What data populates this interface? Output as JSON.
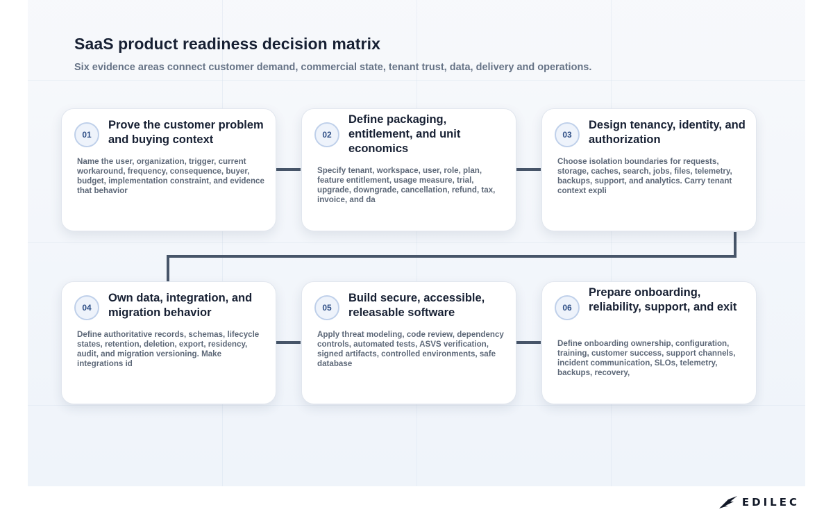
{
  "header": {
    "title": "SaaS product readiness decision matrix",
    "subtitle": "Six evidence areas connect customer demand, commercial state, tenant trust, data, delivery and operations."
  },
  "steps": [
    {
      "number": "01",
      "title": "Prove the customer problem and buying context",
      "body": "Name the user, organization, trigger, current workaround, frequency, consequence, buyer, budget, implementation constraint, and evidence that behavior"
    },
    {
      "number": "02",
      "title": "Define packaging, entitlement, and unit economics",
      "body": "Specify tenant, workspace, user, role, plan, feature entitlement, usage measure, trial, upgrade, downgrade, cancellation, refund, tax, invoice, and da"
    },
    {
      "number": "03",
      "title": "Design tenancy, identity, and authorization",
      "body": "Choose isolation boundaries for requests, storage, caches, search, jobs, files, telemetry, backups, support, and analytics. Carry tenant context expli"
    },
    {
      "number": "04",
      "title": "Own data, integration, and migration behavior",
      "body": "Define authoritative records, schemas, lifecycle states, retention, deletion, export, residency, audit, and migration versioning. Make integrations id"
    },
    {
      "number": "05",
      "title": "Build secure, accessible, releasable software",
      "body": "Apply threat modeling, code review, dependency controls, automated tests, ASVS verification, signed artifacts, controlled environments, safe database"
    },
    {
      "number": "06",
      "title": "Prepare onboarding, reliability, support, and exit",
      "body": "Define onboarding ownership, configuration, training, customer success, support channels, incident communication, SLOs, telemetry, backups, recovery,"
    }
  ],
  "brand": {
    "logo_text": "EDILEC",
    "logo_icon": "edilec-logo-icon"
  },
  "colors": {
    "connector": "#475569",
    "badge_border": "#bfd0ea",
    "badge_text": "#2f4f86",
    "title_text": "#172033",
    "body_text": "#5d6878"
  }
}
